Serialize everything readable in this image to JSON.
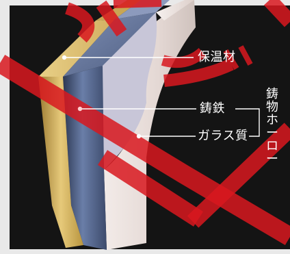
{
  "diagram": {
    "layers": {
      "insulation": "保温材",
      "cast_iron": "鋳鉄",
      "glass": "ガラス質"
    },
    "group_label": "鋳物ホーロー"
  },
  "colors": {
    "panel_background": "#141414",
    "page_background": "#e9e9e9",
    "insulation": "#d6b867",
    "cast_iron": "#4d5d80",
    "enamel": "#ebe2dd",
    "label_text": "#ffffff",
    "watermark_red": "#d8171f"
  }
}
